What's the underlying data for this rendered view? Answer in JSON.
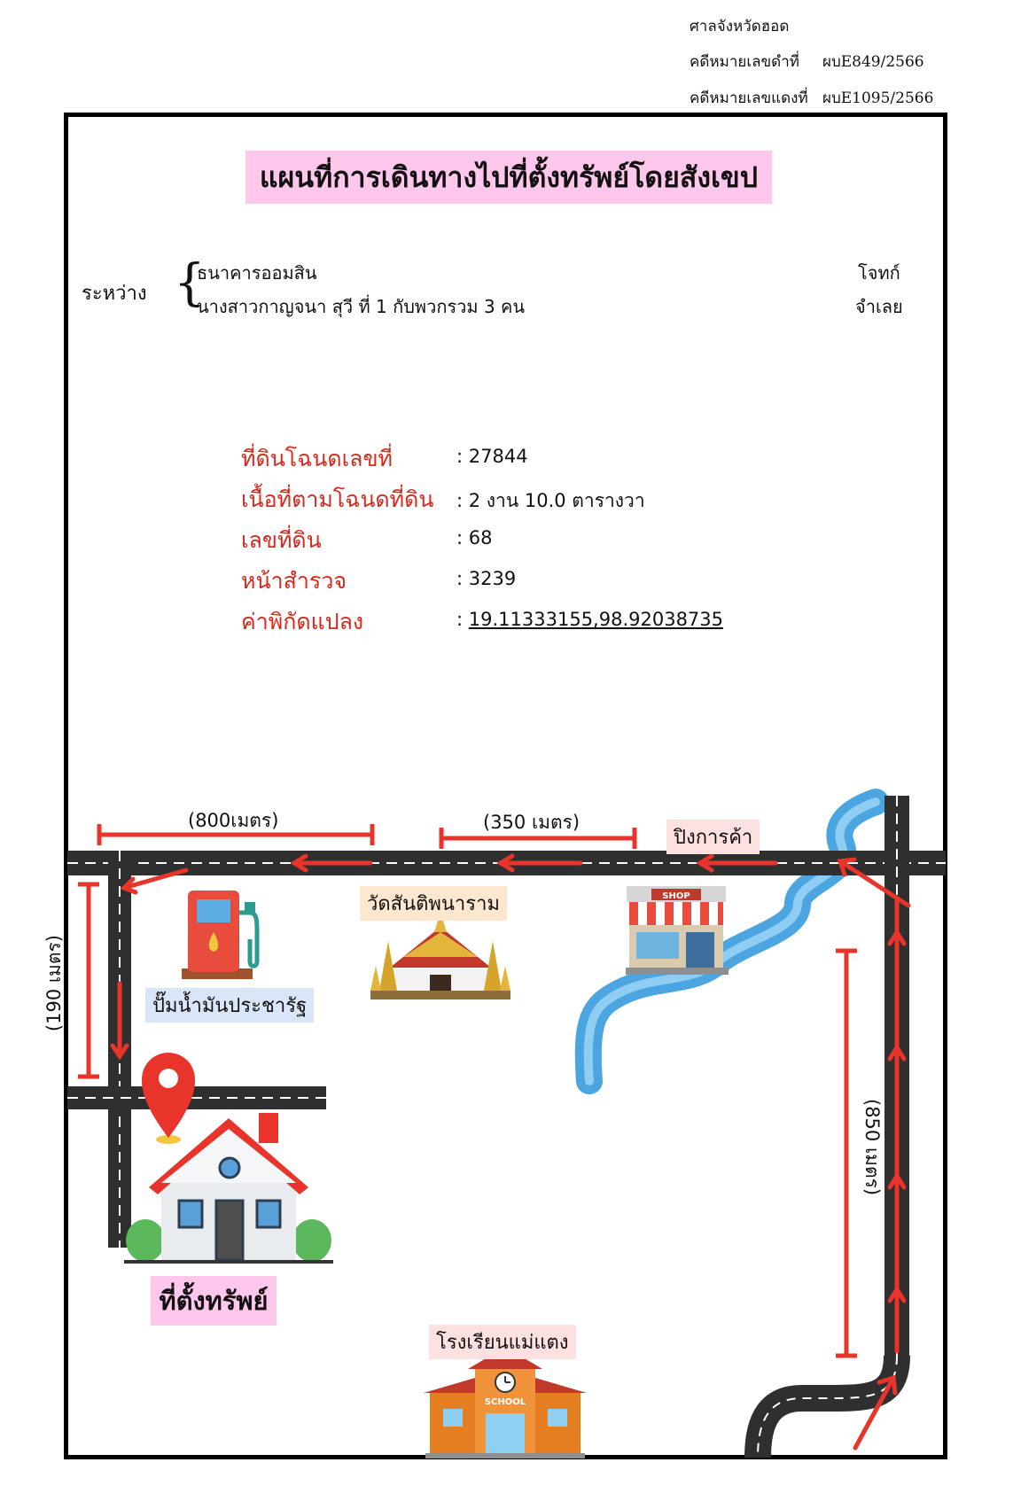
{
  "court": {
    "name": "ศาลจังหวัดฮอด",
    "black_case_label": "คดีหมายเลขดำที่",
    "black_case_no": "ผบE849/2566",
    "red_case_label": "คดีหมายเลขแดงที่",
    "red_case_no": "ผบE1095/2566"
  },
  "title": "แผนที่การเดินทางไปที่ตั้งทรัพย์โดยสังเขป",
  "parties": {
    "between_label": "ระหว่าง",
    "brace": "{",
    "plaintiff": "ธนาคารออมสิน",
    "plaintiff_role": "โจทก์",
    "defendant": "นางสาวกาญจนา  สุวี ที่ 1 กับพวกรวม 3 คน",
    "defendant_role": "จำเลย"
  },
  "land_info": [
    {
      "label": "ที่ดินโฉนดเลขที่",
      "value": ":  27844"
    },
    {
      "label": "เนื้อที่ตามโฉนดที่ดิน",
      "value": ": 2 งาน 10.0 ตารางวา"
    },
    {
      "label": "เลขที่ดิน",
      "value": ": 68"
    },
    {
      "label": "หน้าสำรวจ",
      "value": ": 3239"
    },
    {
      "label": "ค่าพิกัดแปลง",
      "value_prefix": ": ",
      "value": "19.11333155,98.92038735"
    }
  ],
  "map": {
    "distances": {
      "left_top": "(800เมตร)",
      "mid_top": "(350 เมตร)",
      "left_vertical": "(190 เมตร)",
      "right_vertical": "(850 เมตร)"
    },
    "landmarks": {
      "market": "ปิงการค้า",
      "temple": "วัดสันติพนาราม",
      "gas_station": "ปั๊มน้ำมันประชารัฐ",
      "property": "ที่ตั้งทรัพย์",
      "school": "โรงเรียนแม่แตง",
      "shop_sign": "SHOP",
      "school_sign": "SCHOOL"
    },
    "colors": {
      "route_red": "#e8342a",
      "road": "#333333",
      "river": "#5aaee6",
      "market_bg": "#fde0e0",
      "temple_bg": "#fde8cf",
      "gas_bg": "#d9e6f7",
      "property_bg": "#ffc7ec",
      "school_bg": "#fde0e0",
      "title_bg": "#ffc7ec"
    },
    "icons": [
      "gas-pump-icon",
      "temple-icon",
      "shop-icon",
      "house-icon",
      "location-pin-icon",
      "school-icon",
      "river-icon"
    ]
  }
}
